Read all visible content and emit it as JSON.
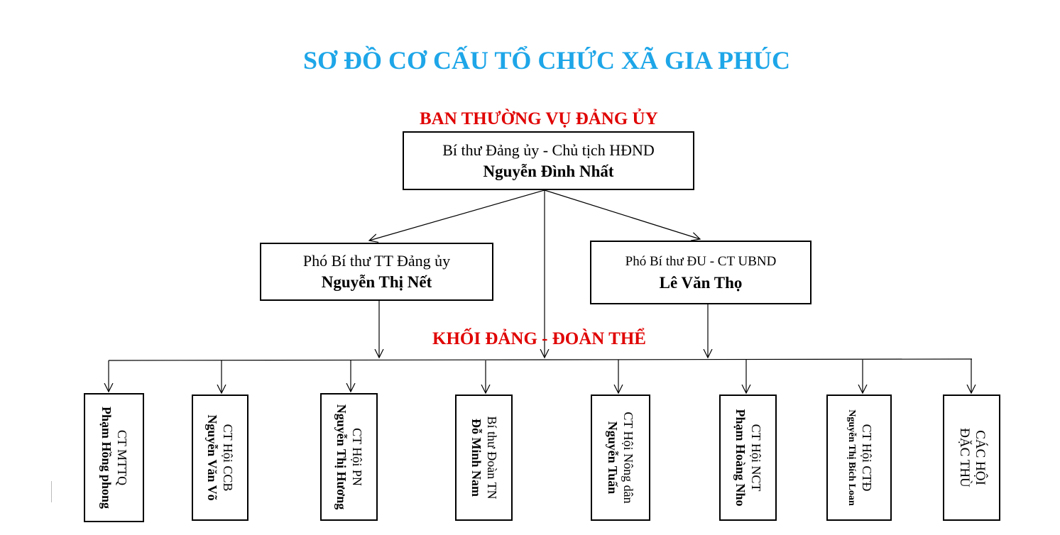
{
  "title": "SƠ ĐỒ CƠ CẤU TỔ CHỨC XÃ GIA PHÚC",
  "sections": {
    "standing_committee": "BAN THƯỜNG VỤ ĐẢNG ỦY",
    "party_bloc": "KHỐI ĐẢNG - ĐOÀN THỂ"
  },
  "top": {
    "role": "Bí thư Đảng ủy - Chủ tịch HĐND",
    "name": "Nguyễn  Đình Nhất"
  },
  "deputies": [
    {
      "role": "Phó Bí thư TT Đảng ủy",
      "name": "Nguyễn Thị Nết"
    },
    {
      "role": "Phó Bí thư ĐU  - CT UBND",
      "name": "Lê Văn Thọ"
    }
  ],
  "units": [
    {
      "role": "CT MTTQ",
      "name": "Phạm Hồng phong"
    },
    {
      "role": "CT Hội CCB",
      "name": "Nguyễn Văn Võ"
    },
    {
      "role": "CT Hội PN",
      "name": "Nguyễn Thị Hương"
    },
    {
      "role": "Bí thư Đoàn TN",
      "name": "Đỗ Minh Nam"
    },
    {
      "role": "CT Hội Nông dân",
      "name": "Nguyễn Tuấn"
    },
    {
      "role": "CT Hội NCT",
      "name": "Phạm Hoàng Nho"
    },
    {
      "role": "CT Hội CTĐ",
      "name": "Nguyễn Thị Bích Loan"
    },
    {
      "role": "CÁC HỘI",
      "name": "ĐẶC THÙ"
    }
  ]
}
